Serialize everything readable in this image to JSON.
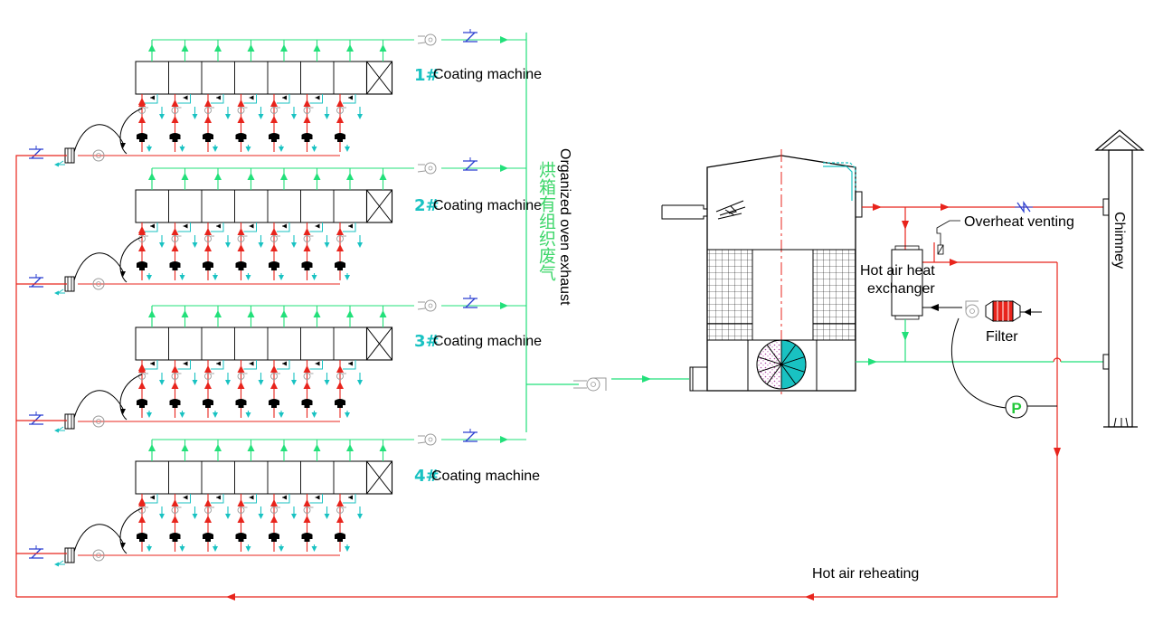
{
  "machines": [
    {
      "number": "1#",
      "label": "Coating machine"
    },
    {
      "number": "2#",
      "label": "Coating machine"
    },
    {
      "number": "3#",
      "label": "Coating machine"
    },
    {
      "number": "4#",
      "label": "Coating machine"
    }
  ],
  "labels": {
    "organized_exhaust_en": "Organized oven exhaust",
    "organized_exhaust_cn": "烘箱有组织废气",
    "overheat_venting": "Overheat venting",
    "heat_exchanger_line1": "Hot air heat",
    "heat_exchanger_line2": "exchanger",
    "filter": "Filter",
    "chimney": "Chimney",
    "hot_air_reheating": "Hot air reheating",
    "pump_symbol": "P"
  },
  "colors": {
    "hot_line": "#e8241c",
    "exhaust_line": "#22e07a",
    "fresh_air": "#19c2c2",
    "valve": "#2a3fd1",
    "equipment": "#000000",
    "fan": "#9a9a9a"
  },
  "icons": [
    "fan-icon",
    "valve-icon",
    "burner-icon",
    "pump-icon",
    "filter-icon",
    "flame-icon"
  ]
}
